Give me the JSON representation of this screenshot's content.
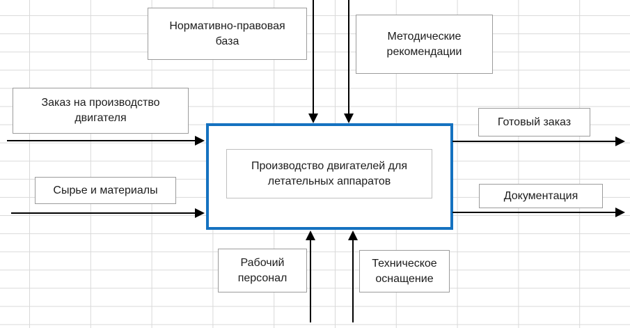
{
  "diagram": {
    "type": "idef0-context-diagram",
    "process": {
      "label": "Производство двигателей для\nлетательных аппаратов"
    },
    "controls": [
      {
        "label": "Нормативно-правовая\nбаза"
      },
      {
        "label": "Методические\nрекомендации"
      }
    ],
    "inputs": [
      {
        "label": "Заказ на производство\nдвигателя"
      },
      {
        "label": "Сырье и материалы"
      }
    ],
    "outputs": [
      {
        "label": "Готовый заказ"
      },
      {
        "label": "Документация"
      }
    ],
    "mechanisms": [
      {
        "label": "Рабочий\nперсонал"
      },
      {
        "label": "Техническое\nоснащение"
      }
    ],
    "colors": {
      "process_border": "#1572c0",
      "shape_border": "#9b9b9b",
      "inner_border": "#bfbfbf",
      "arrow": "#000000",
      "grid_line": "#d9d9d9",
      "background": "#ffffff"
    }
  }
}
